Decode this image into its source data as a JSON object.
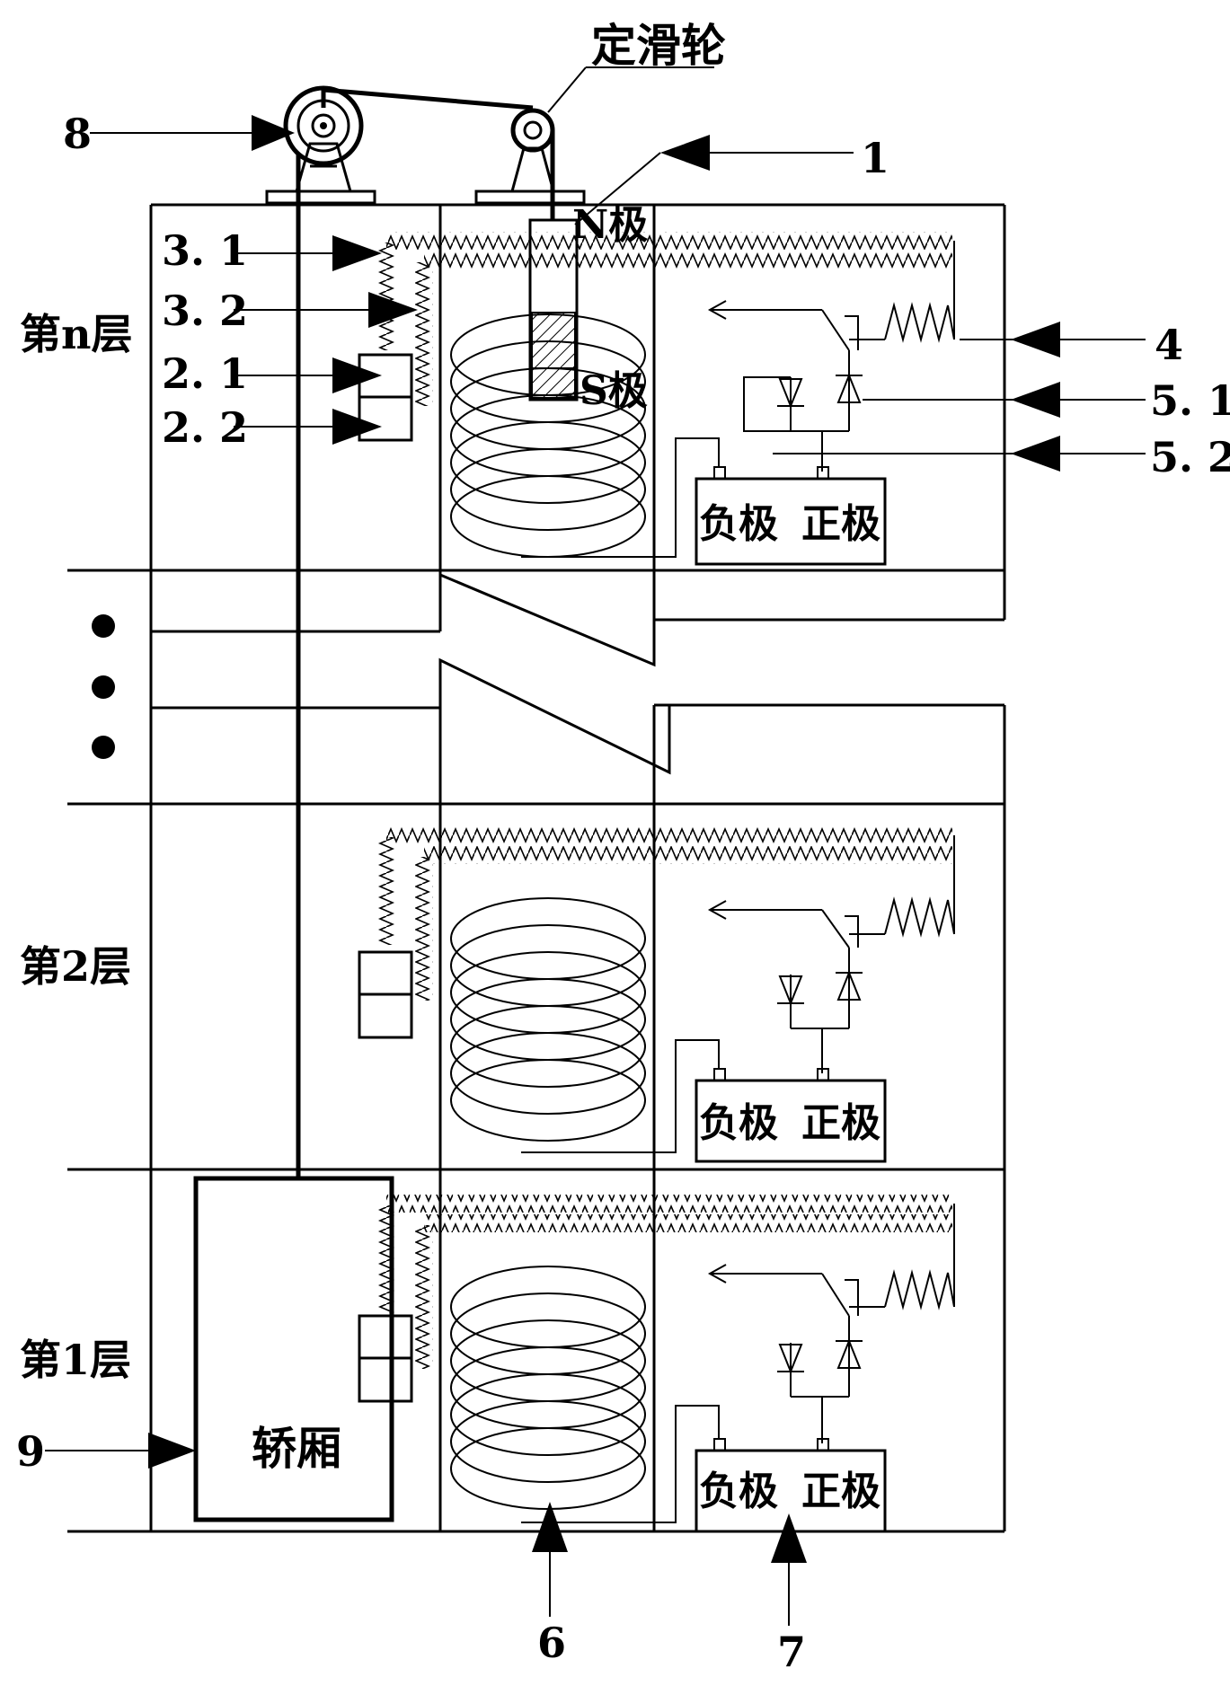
{
  "pulley_label": "定滑轮",
  "pole_n": "N极",
  "pole_s": "S极",
  "floors": {
    "top": "第n层",
    "second": "第2层",
    "first": "第1层"
  },
  "battery": {
    "negative": "负极",
    "positive": "正极"
  },
  "car_label": "轿厢",
  "callouts": {
    "c8": "8",
    "c1": "1",
    "c3_1": "3. 1",
    "c3_2": "3. 2",
    "c2_1": "2. 1",
    "c2_2": "2. 2",
    "c4": "4",
    "c5_1": "5. 1",
    "c5_2": "5. 2",
    "c9": "9",
    "c6": "6",
    "c7": "7"
  }
}
